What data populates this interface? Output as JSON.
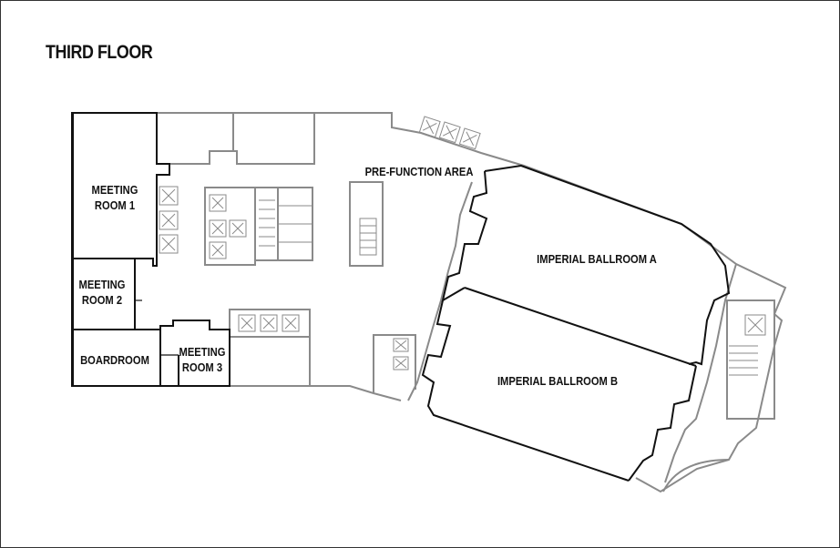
{
  "floor_title": "THIRD FLOOR",
  "rooms": {
    "meeting_room_1": "MEETING\nROOM 1",
    "meeting_room_2": "MEETING\nROOM 2",
    "boardroom": "BOARDROOM",
    "meeting_room_3": "MEETING\nROOM 3",
    "pre_function_area": "PRE-FUNCTION AREA",
    "imperial_ballroom_a": "IMPERIAL BALLROOM A",
    "imperial_ballroom_b": "IMPERIAL BALLROOM B"
  },
  "colors": {
    "room_walls": "#111111",
    "building_walls": "#8a8a8a"
  }
}
